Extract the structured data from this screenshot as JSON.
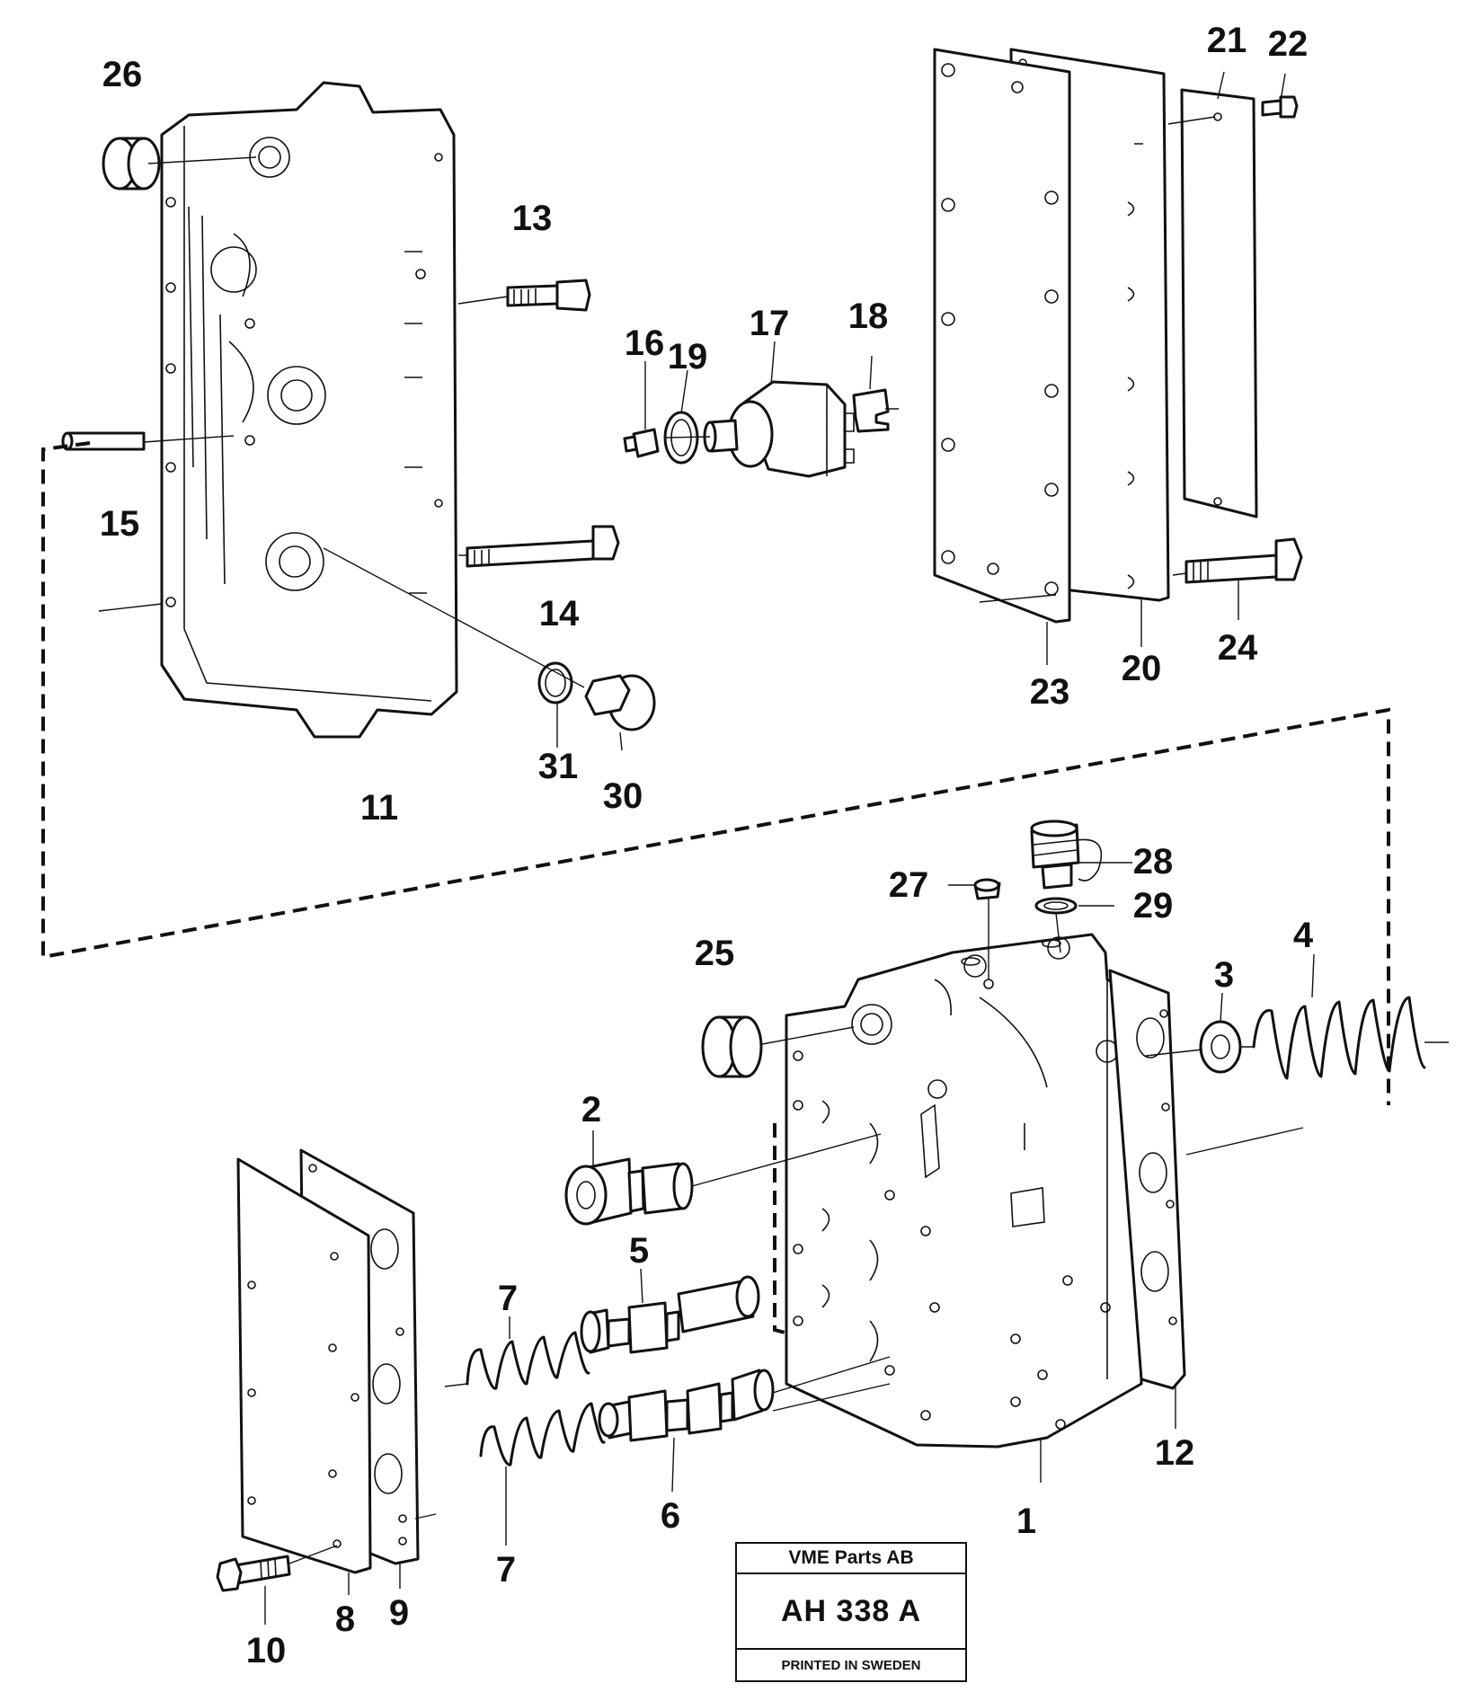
{
  "diagram": {
    "callouts": [
      "1",
      "2",
      "3",
      "4",
      "5",
      "6",
      "7",
      "7",
      "8",
      "9",
      "10",
      "11",
      "12",
      "13",
      "14",
      "15",
      "16",
      "17",
      "18",
      "19",
      "20",
      "21",
      "22",
      "23",
      "24",
      "25",
      "26",
      "27",
      "28",
      "29",
      "30",
      "31"
    ]
  },
  "plate": {
    "company": "VME Parts AB",
    "code": "AH 338 A",
    "footer": "PRINTED IN SWEDEN"
  },
  "colors": {
    "ink": "#111111",
    "paper": "#ffffff"
  }
}
